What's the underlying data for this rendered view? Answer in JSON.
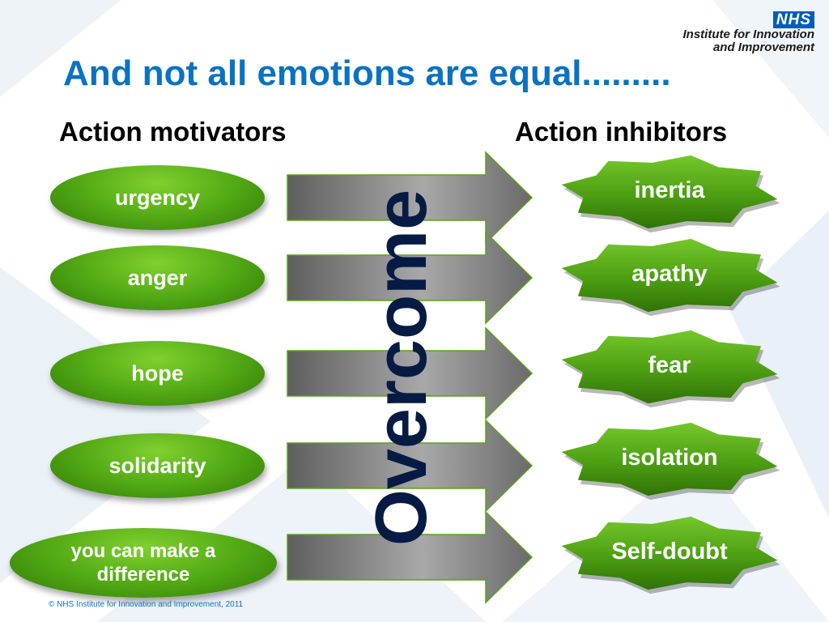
{
  "slide": {
    "title": "And not all emotions are equal.........",
    "left_heading": "Action motivators",
    "right_heading": "Action inhibitors",
    "center_word": "Overcome",
    "footer": "© NHS Institute for Innovation and Improvement, 2011"
  },
  "logo": {
    "badge": "NHS",
    "line1": "Institute for Innovation",
    "line2": "and Improvement"
  },
  "motivators": [
    "urgency",
    "anger",
    "hope",
    "solidarity",
    "you can make a difference"
  ],
  "inhibitors": [
    "inertia",
    "apathy",
    "fear",
    "isolation",
    "Self-doubt"
  ],
  "colors": {
    "title_blue": "#0a72c2",
    "pill_green": "#52a814",
    "arrow_grey": "#6e6e6e",
    "overcome_navy": "#061b44"
  }
}
